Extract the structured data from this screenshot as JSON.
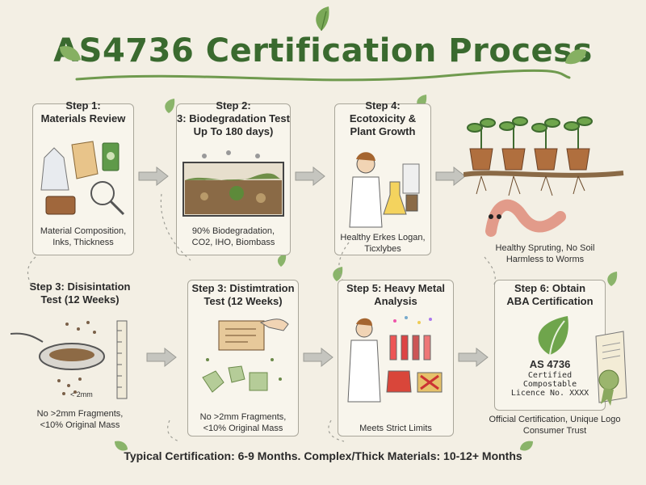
{
  "title": "AS4736 Certification Process",
  "steps": [
    {
      "head": [
        "Step 1:",
        "Materials Review"
      ],
      "caption": [
        "Material Composition,",
        "Inks, Thickness"
      ]
    },
    {
      "head": [
        "Step 2:",
        "3: Biodegradation Test",
        "Up To 180 days)"
      ],
      "caption": [
        "90% Biodegradation,",
        "CO2, IHO, Biombass"
      ]
    },
    {
      "head": [
        "Step 4:",
        "Ecotoxicity &",
        "Plant Growth"
      ],
      "caption": [
        "Healthy Erkes Logan,",
        "Ticxlybes"
      ]
    },
    {
      "caption": [
        "Healthy Spruting, No Soil",
        "Harmless to Worms"
      ]
    },
    {
      "head": [
        "Step 3: Disisintation",
        "Test (12 Weeks)"
      ],
      "caption": [
        "No >2mm Fragments,",
        "<10% Original Mass"
      ],
      "ruler_label": "< 2mm"
    },
    {
      "head": [
        "Step 3: Distimtration",
        "Test (12 Weeks)"
      ],
      "caption": [
        "No >2mm Fragments,",
        "<10% Original Mass"
      ]
    },
    {
      "head": [
        "Step 5: Heavy Metal",
        "Analysis"
      ],
      "caption": [
        "Meets Strict Limits"
      ]
    },
    {
      "head": [
        "Step 6: Obtain",
        "ABA Certification"
      ],
      "caption": [
        "Official Certification, Unique Logo",
        "Consumer Trust"
      ]
    }
  ],
  "certificate": {
    "code": "AS 4736",
    "line1": "Certified",
    "line2": "Compostable",
    "licence": "Licence No. XXXX"
  },
  "footer": "Typical Certification: 6-9 Months. Complex/Thick Materials: 10-12+ Months",
  "colors": {
    "title": "#3a6a2f",
    "leaf": "#7aa857",
    "card_border": "#a9a69a",
    "arrow": "#bdbdb7",
    "background": "#f3efe4"
  }
}
